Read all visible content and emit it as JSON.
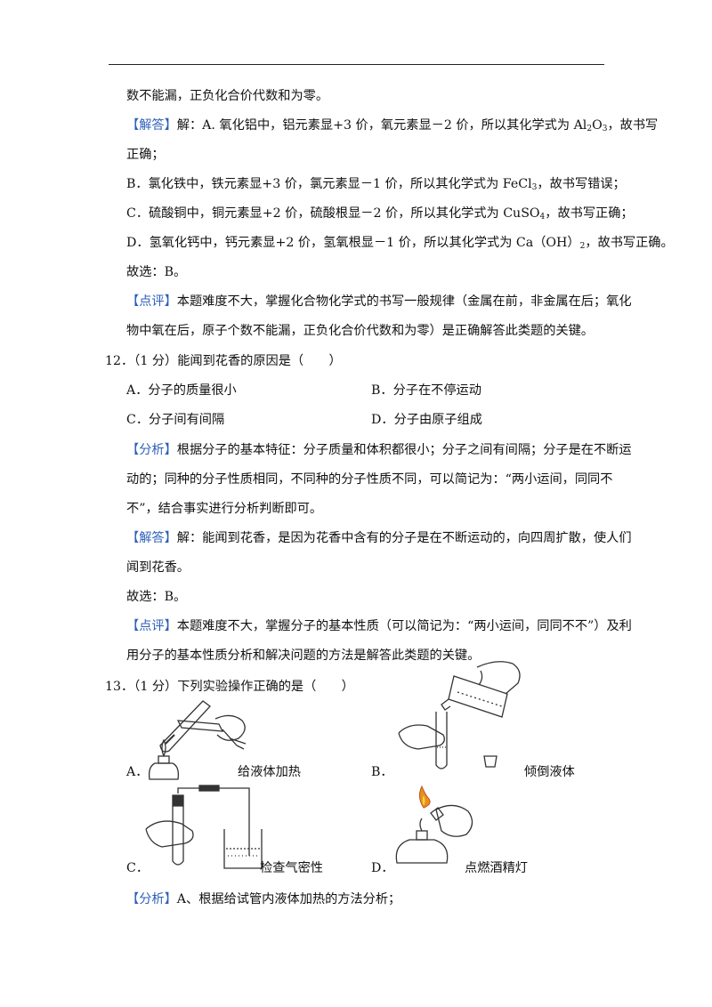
{
  "header_rule": true,
  "lines": {
    "l1": "数不能漏，正负化合价代数和为零。",
    "l2_tag": "【解答】",
    "l2_text_a": "解：A. 氧化铝中，铝元素显+3 价，氧元素显－2 价，所以其化学式为 Al",
    "l2_sub1": "2",
    "l2_mid": "O",
    "l2_sub2": "3",
    "l2_text_b": "，故书写",
    "l3": "正确；",
    "l4_a": "B．氯化铁中，铁元素显+3 价，氯元素显－1 价，所以其化学式为 FeCl",
    "l4_sub": "3",
    "l4_b": "，故书写错误；",
    "l5_a": "C．硫酸铜中，铜元素显+2 价，硫酸根显－2 价，所以其化学式为 CuSO",
    "l5_sub": "4",
    "l5_b": "，故书写正确；",
    "l6_a": "D．氢氧化钙中，钙元素显+2 价，氢氧根显－1 价，所以其化学式为 Ca（OH）",
    "l6_sub": "2",
    "l6_b": "，故书写正确。",
    "l7": "故选：B。",
    "l8_tag": "【点评】",
    "l8_text": "本题难度不大，掌握化合物化学式的书写一般规律（金属在前，非金属在后；氧化",
    "l9": "物中氧在后，原子个数不能漏，正负化合价代数和为零）是正确解答此类题的关键。"
  },
  "q12": {
    "stem": "12．（1 分）能闻到花香的原因是（　　）",
    "optA": "A．分子的质量很小",
    "optB": "B．分子在不停运动",
    "optC": "C．分子间有间隔",
    "optD": "D．分子由原子组成",
    "analysis_tag": "【分析】",
    "analysis_1": "根据分子的基本特征：分子质量和体积都很小；分子之间有间隔；分子是在不断运",
    "analysis_2": "动的；同种的分子性质相同，不同种的分子性质不同，可以简记为：“两小运间，同同不",
    "analysis_3": "不”，结合事实进行分析判断即可。",
    "answer_tag": "【解答】",
    "answer_1": "解：能闻到花香，是因为花香中含有的分子是在不断运动的，向四周扩散，使人们",
    "answer_2": "闻到花香。",
    "choice": "故选：B。",
    "comment_tag": "【点评】",
    "comment_1": "本题难度不大，掌握分子的基本性质（可以简记为：“两小运间，同同不不”）及利",
    "comment_2": "用分子的基本性质分析和解决问题的方法是解答此类题的关键。"
  },
  "q13": {
    "stem": "13．（1 分）下列实验操作正确的是（　　）",
    "optA_letter": "A．",
    "optA_caption": "给液体加热",
    "optB_letter": "B．",
    "optB_caption": "倾倒液体",
    "optC_letter": "C．",
    "optC_caption": "检查气密性",
    "optD_letter": "D．",
    "optD_caption": "点燃酒精灯",
    "analysis_tag": "【分析】",
    "analysis_1": "A、根据给试管内液体加热的方法分析；"
  }
}
